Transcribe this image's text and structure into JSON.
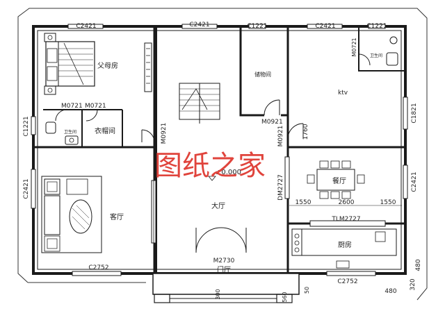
{
  "watermark": "图纸之家",
  "level_mark": "±0.000",
  "rooms": {
    "parents_room": "父母房",
    "storage": "储物间",
    "ktv": "ktv",
    "bath_top_right": "卫生间",
    "bath_left": "卫生间",
    "cloakroom": "衣帽间",
    "guest_room": "客厅",
    "hall": "大厅",
    "foyer": "门厅",
    "dining": "餐厅",
    "kitchen": "厨房"
  },
  "window_labels": {
    "top_1": "C2421",
    "top_2": "C2421",
    "top_3": "C1221",
    "top_4": "C2421",
    "top_5": "C1221",
    "left_1": "C1221",
    "left_2": "C2421",
    "right_1": "C1821",
    "right_2": "C2421",
    "bottom_1": "C2752",
    "bottom_2": "C2752"
  },
  "door_labels": {
    "m0721_a": "M0721",
    "m0721_b": "M0721",
    "m0921_left": "M0921",
    "m0921_center": "M0921",
    "m0921_vertical": "M0921",
    "m0721_right": "M0721",
    "m2730": "M2730",
    "dm2727": "DM2727",
    "tlm2727": "TLM2727"
  },
  "dimensions": {
    "dim_1760": "1760",
    "dim_1550_left": "1550",
    "dim_2600": "2600",
    "dim_1550_right": "1550",
    "dim_480_right": "480",
    "dim_320": "320",
    "dim_480_bottom": "480",
    "dim_300": "300",
    "dim_50": "50",
    "dim_560": "560"
  },
  "colors": {
    "line": "#1a1a1a",
    "watermark": "#e0443c"
  }
}
